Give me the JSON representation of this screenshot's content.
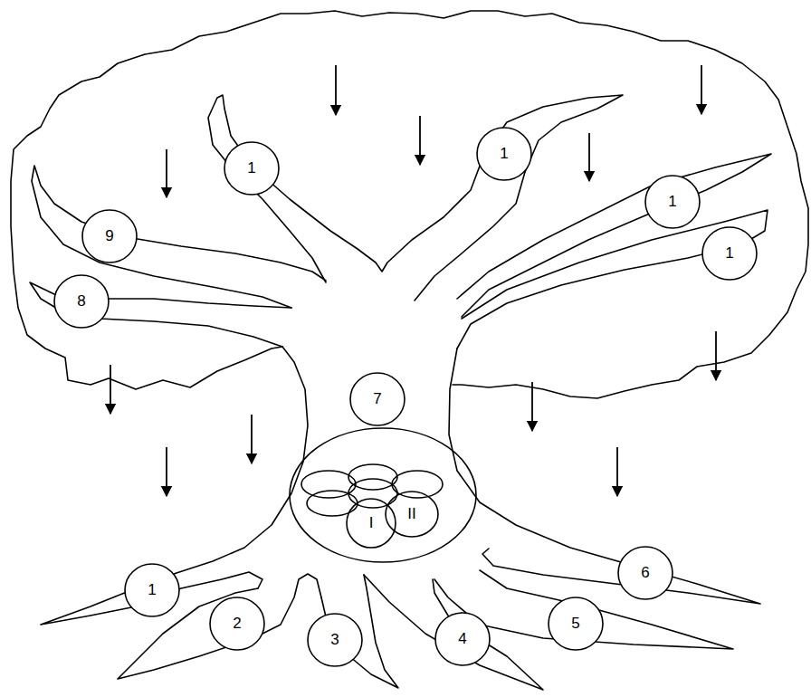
{
  "diagram": {
    "nodes": [
      {
        "text": [
          "1"
        ]
      },
      {
        "text": [
          "1"
        ]
      },
      {
        "text": [
          "1"
        ]
      },
      {
        "text": [
          "9"
        ]
      },
      {
        "text": [
          "1"
        ]
      },
      {
        "text": [
          "8"
        ]
      },
      {
        "text": [
          "7"
        ]
      },
      {
        "text": [
          "I"
        ]
      },
      {
        "text": [
          "II"
        ]
      },
      {
        "text": [
          "1"
        ]
      },
      {
        "text": [
          "2"
        ]
      },
      {
        "text": [
          "3"
        ]
      },
      {
        "text": [
          "4"
        ]
      },
      {
        "text": [
          "5"
        ]
      },
      {
        "text": [
          "6"
        ]
      }
    ]
  }
}
